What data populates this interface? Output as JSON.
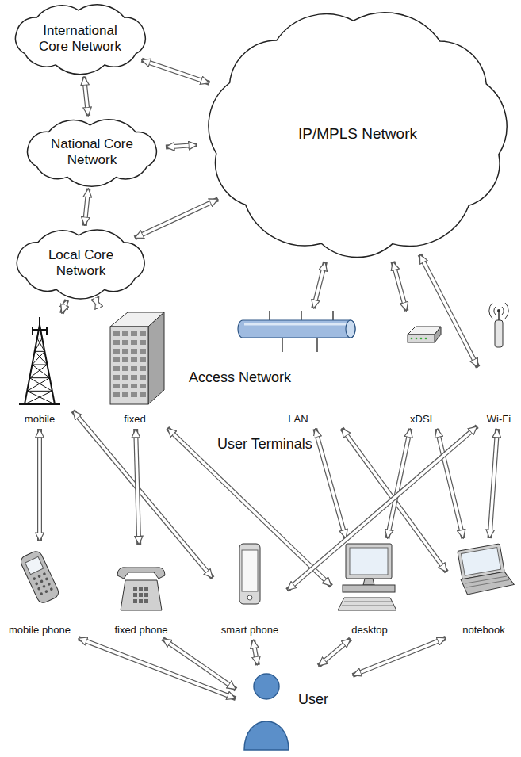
{
  "diagram": {
    "nodes": [
      {
        "text": [
          "International Core Network"
        ]
      },
      {
        "text": [
          "IP/MPLS Network"
        ]
      },
      {
        "text": [
          "National Core Network"
        ]
      },
      {
        "text": [
          "Local Core Network"
        ]
      },
      {
        "text": [
          "mobile"
        ]
      },
      {
        "text": [
          "fixed"
        ]
      },
      {
        "text": [
          "LAN"
        ]
      },
      {
        "text": [
          "xDSL"
        ]
      },
      {
        "text": [
          "Wi-Fi"
        ]
      },
      {
        "text": [
          "mobile phone"
        ]
      },
      {
        "text": [
          "fixed phone"
        ]
      },
      {
        "text": [
          "smart phone"
        ]
      },
      {
        "text": [
          "desktop"
        ]
      },
      {
        "text": [
          "notebook"
        ]
      },
      {
        "text": [
          "User"
        ]
      }
    ],
    "edges": [
      {
        "from": 0,
        "to": 1,
        "arrow": "both"
      },
      {
        "from": 0,
        "to": 2,
        "arrow": "both"
      },
      {
        "from": 2,
        "to": 1,
        "arrow": "both"
      },
      {
        "from": 2,
        "to": 3,
        "arrow": "both"
      },
      {
        "from": 3,
        "to": 1,
        "arrow": "both"
      },
      {
        "from": 3,
        "to": 4,
        "arrow": "both"
      },
      {
        "from": 3,
        "to": 5,
        "arrow": "both"
      },
      {
        "from": 1,
        "to": 6,
        "arrow": "both"
      },
      {
        "from": 1,
        "to": 7,
        "arrow": "both"
      },
      {
        "from": 1,
        "to": 8,
        "arrow": "both"
      },
      {
        "from": 4,
        "to": 9,
        "arrow": "both"
      },
      {
        "from": 4,
        "to": 11,
        "arrow": "both"
      },
      {
        "from": 5,
        "to": 10,
        "arrow": "both"
      },
      {
        "from": 5,
        "to": 12,
        "arrow": "both"
      },
      {
        "from": 6,
        "to": 12,
        "arrow": "both"
      },
      {
        "from": 6,
        "to": 13,
        "arrow": "both"
      },
      {
        "from": 7,
        "to": 12,
        "arrow": "both"
      },
      {
        "from": 7,
        "to": 13,
        "arrow": "both"
      },
      {
        "from": 8,
        "to": 11,
        "arrow": "both"
      },
      {
        "from": 8,
        "to": 13,
        "arrow": "both"
      },
      {
        "from": 9,
        "to": 14,
        "arrow": "both"
      },
      {
        "from": 10,
        "to": 14,
        "arrow": "both"
      },
      {
        "from": 11,
        "to": 14,
        "arrow": "both"
      },
      {
        "from": 12,
        "to": 14,
        "arrow": "both"
      },
      {
        "from": 13,
        "to": 14,
        "arrow": "both"
      }
    ],
    "labels": [
      "Access Network",
      "User Terminals"
    ]
  }
}
